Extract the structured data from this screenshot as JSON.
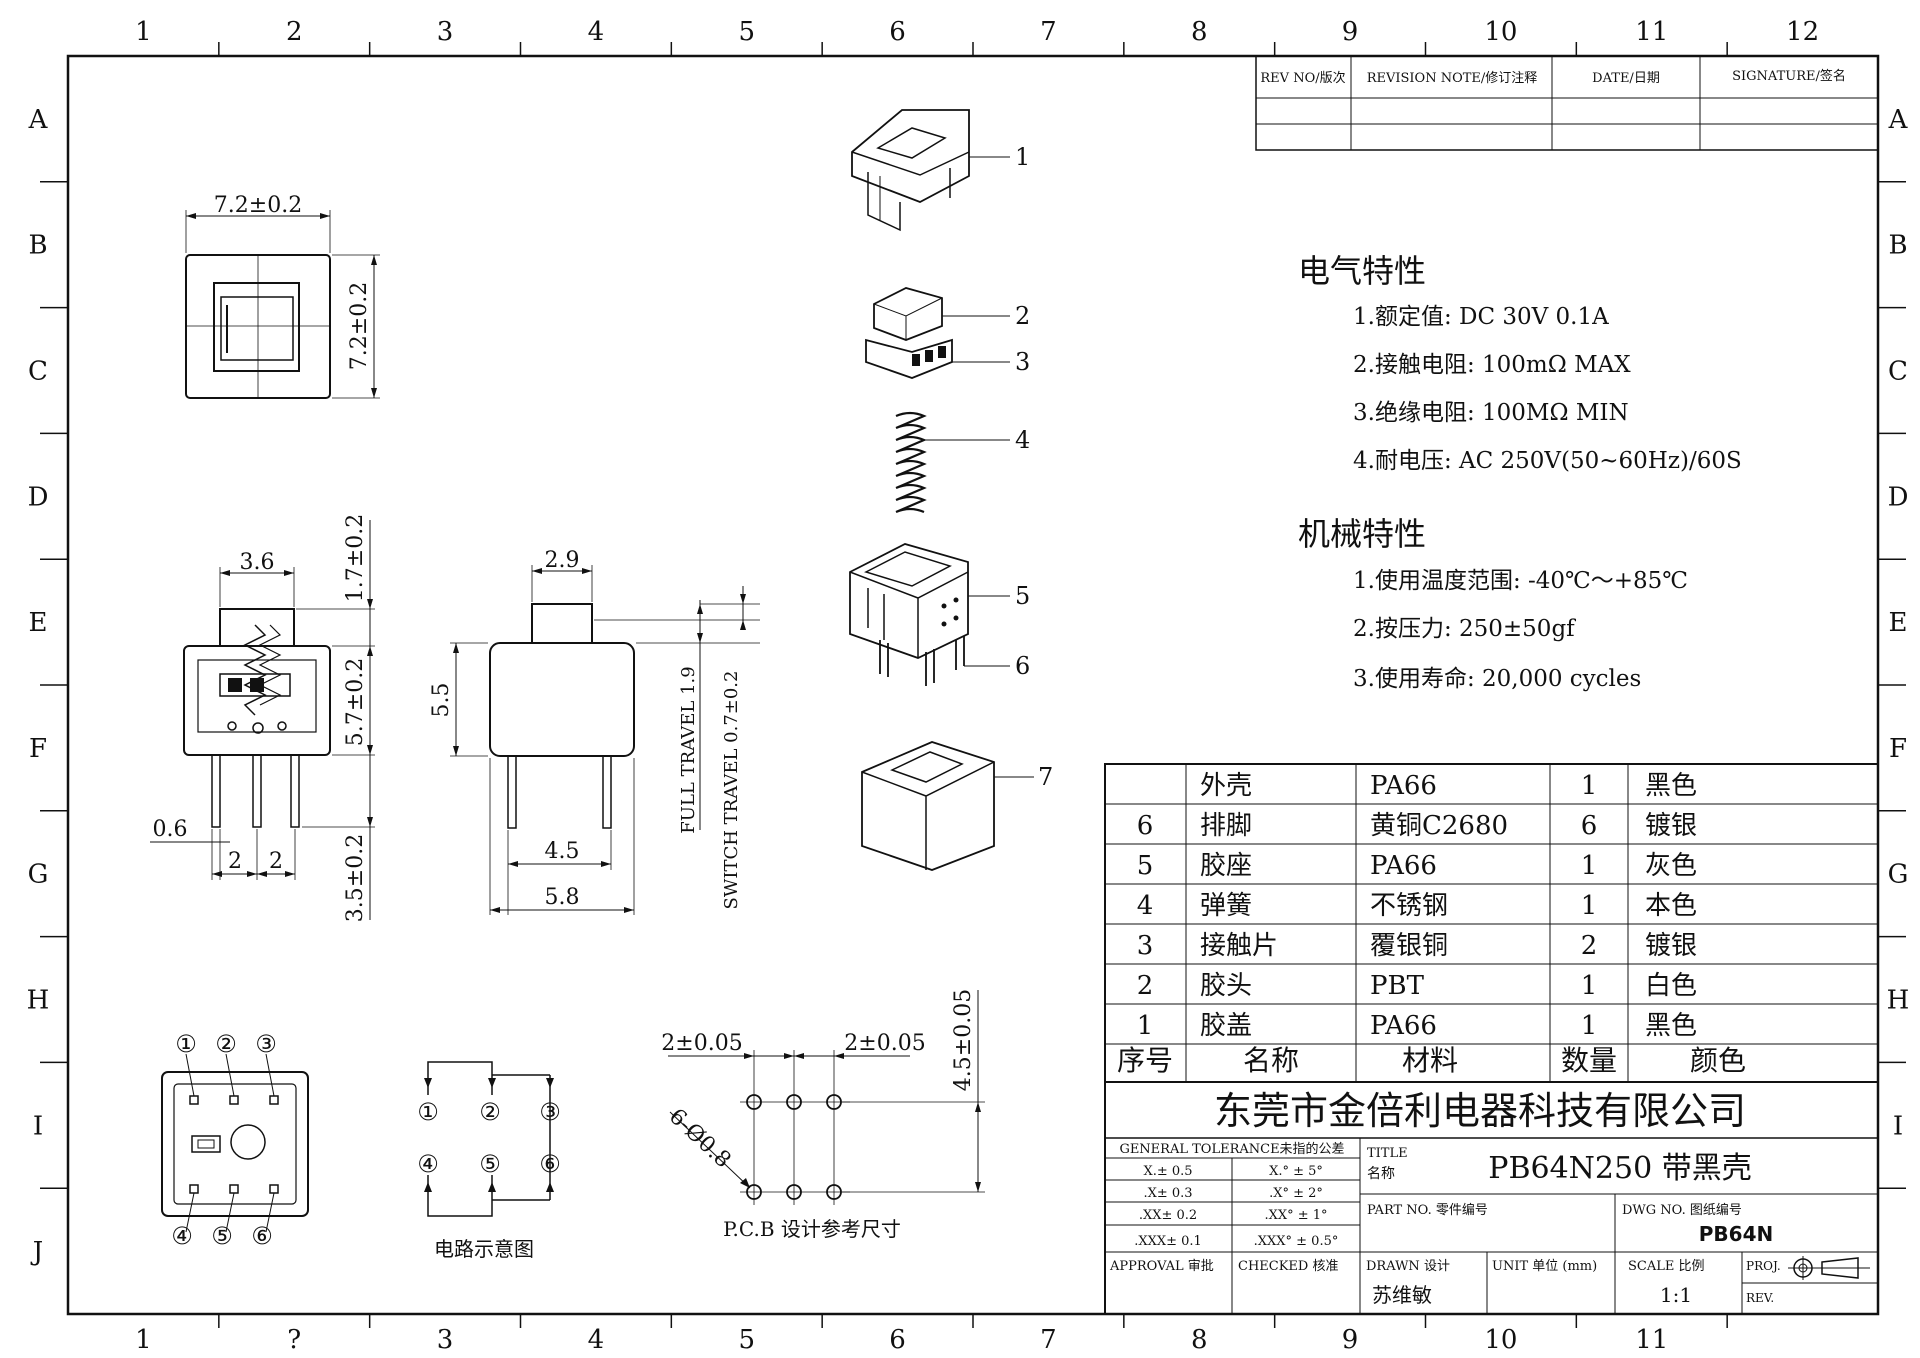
{
  "border": {
    "cols": [
      "1",
      "2",
      "3",
      "4",
      "5",
      "6",
      "7",
      "8",
      "9",
      "10",
      "11",
      "12"
    ],
    "rows": [
      "A",
      "B",
      "C",
      "D",
      "E",
      "F",
      "G",
      "H",
      "I",
      "J"
    ],
    "bottom_cols": [
      "1",
      "?",
      "3",
      "4",
      "5",
      "6",
      "7",
      "8",
      "9",
      "10",
      "11",
      ""
    ]
  },
  "revision": {
    "headers": [
      "REV NO/版次",
      "REVISION NOTE/修订注释",
      "DATE/日期",
      "SIGNATURE/签名"
    ]
  },
  "electrical": {
    "title": "电气特性",
    "items": [
      "1.额定值: DC 30V 0.1A",
      "2.接触电阻: 100mΩ  MAX",
      "3.绝缘电阻: 100MΩ  MIN",
      "4.耐电压: AC 250V(50~60Hz)/60S"
    ]
  },
  "mechanical": {
    "title": "机械特性",
    "items": [
      "1.使用温度范围: -40℃～+85℃",
      "2.按压力: 250±50gf",
      "3.使用寿命: 20,000 cycles"
    ]
  },
  "bom": {
    "rows": [
      [
        "",
        "外壳",
        "PA66",
        "1",
        "黑色"
      ],
      [
        "6",
        "排脚",
        "黄铜C2680",
        "6",
        "镀银"
      ],
      [
        "5",
        "胶座",
        "PA66",
        "1",
        "灰色"
      ],
      [
        "4",
        "弹簧",
        "不锈钢",
        "1",
        "本色"
      ],
      [
        "3",
        "接触片",
        "覆银铜",
        "2",
        "镀银"
      ],
      [
        "2",
        "胶头",
        "PBT",
        "1",
        "白色"
      ],
      [
        "1",
        "胶盖",
        "PA66",
        "1",
        "黑色"
      ]
    ],
    "headers": [
      "序号",
      "名称",
      "材料",
      "数量",
      "颜色"
    ]
  },
  "title_block": {
    "company": "东莞市金倍利电器科技有限公司",
    "tolerance_header": "GENERAL TOLERANCE未指的公差",
    "tol_left": [
      "X.± 0.5",
      ".X± 0.3",
      ".XX± 0.2",
      ".XXX± 0.1"
    ],
    "tol_right": [
      "X.° ± 5°",
      ".X° ± 2°",
      ".XX° ± 1°",
      ".XXX° ± 0.5°"
    ],
    "title_label": "TITLE",
    "title_label_cn": "名称",
    "title_value": "PB64N250 带黑壳",
    "part_no_label": "PART NO. 零件编号",
    "dwg_no_label": "DWG NO. 图纸编号",
    "dwg_no_value": "PB64N",
    "approval_label": "APPROVAL 审批",
    "checked_label": "CHECKED 核准",
    "drawn_label": "DRAWN 设计",
    "drawn_value": "苏维敏",
    "unit_label": "UNIT 单位 (mm)",
    "scale_label": "SCALE 比例",
    "scale_value": "1:1",
    "proj_label": "PROJ.",
    "rev_label": "REV."
  },
  "dims": {
    "top_width": "7.2±0.2",
    "top_height": "7.2±0.2",
    "front_width": "3.6",
    "front_top": "1.7±0.2",
    "front_body": "5.7±0.2",
    "front_pins": "3.5±0.2",
    "pin_width": "0.6",
    "pin_pitch_a": "2",
    "pin_pitch_b": "2",
    "side_cap": "2.9",
    "side_height": "5.5",
    "side_pin": "4.5",
    "side_width": "5.8",
    "full_travel": "FULL TRAVEL 1.9",
    "switch_travel": "SWITCH TRAVEL 0.7±0.2",
    "pcb_pitch_a": "2±0.05",
    "pcb_pitch_b": "2±0.05",
    "pcb_height": "4.5±0.05",
    "pcb_holes": "6-Ø0.8",
    "pcb_caption": "P.C.B 设计参考尺寸",
    "circuit_caption": "电路示意图"
  },
  "pins": [
    "①",
    "②",
    "③",
    "④",
    "⑤",
    "⑥"
  ],
  "parts": [
    "1",
    "2",
    "3",
    "4",
    "5",
    "6",
    "7"
  ]
}
